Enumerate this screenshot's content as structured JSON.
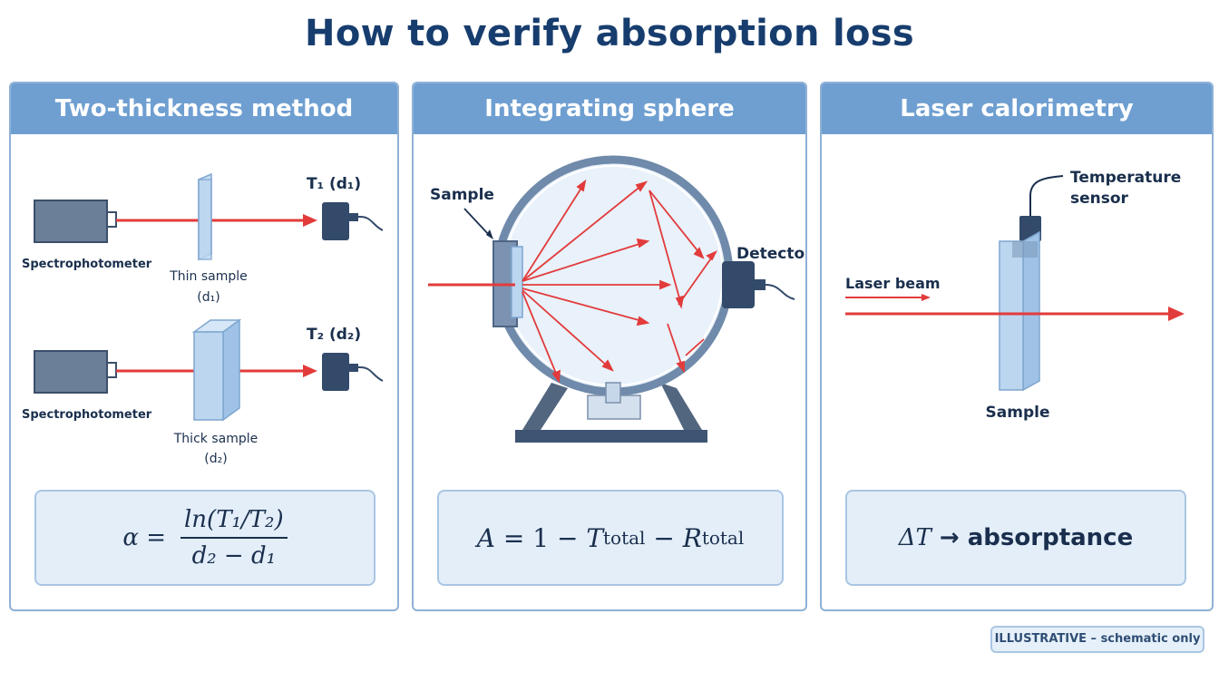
{
  "title": "How to verify absorption loss",
  "panels": {
    "two_thickness": {
      "header": "Two-thickness method",
      "spectrophotometer_label": "Spectrophotometer",
      "thin_sample_label": "Thin sample",
      "thin_sample_sub": "(d₁)",
      "thick_sample_label": "Thick sample",
      "thick_sample_sub": "(d₂)",
      "t1_label": "T₁ (d₁)",
      "t2_label": "T₂ (d₂)",
      "formula_lhs": "α =",
      "formula_num": "ln(T₁/T₂)",
      "formula_den": "d₂ − d₁"
    },
    "integrating_sphere": {
      "header": "Integrating sphere",
      "sample_label": "Sample",
      "detector_label": "Detector",
      "formula": "A = 1 − T_total − R_total",
      "formula_A": "A",
      "formula_mid": " = 1 − ",
      "formula_T": "T",
      "formula_total": "total",
      "formula_minus": " − ",
      "formula_R": "R"
    },
    "laser_calorimetry": {
      "header": "Laser calorimetry",
      "temperature_sensor_label_line1": "Temperature",
      "temperature_sensor_label_line2": "sensor",
      "laser_beam_label": "Laser beam",
      "sample_label": "Sample",
      "formula": "ΔT → absorptance",
      "formula_dT": "ΔT",
      "formula_rest": " → absorptance"
    }
  },
  "footnote": "ILLUSTRATIVE – schematic only",
  "colors": {
    "header_bg": "#6f9fd1",
    "beam": "#e23b3b",
    "device": "#6b7f99",
    "detector": "#334a6b",
    "sample_fill": "#bcd6f0",
    "title": "#173d6e"
  }
}
